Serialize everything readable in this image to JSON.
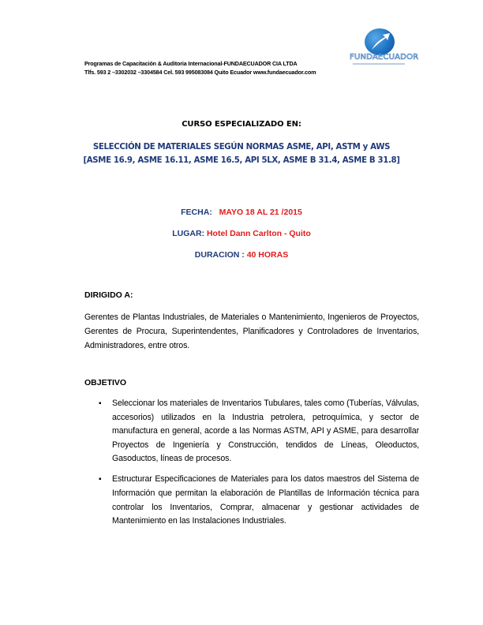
{
  "header": {
    "line1": "Programas de Capacitación  & Auditoria Internacional-FUNDAECUADOR CIA LTDA",
    "line2": "Tlfs. 593 2 –3302032 –3304584  Cel. 593 995083084  Quito Ecuador  www.fundaecuador.com",
    "logo": {
      "text": "FUNDAECUADOR",
      "icon": "circle-arrow-logo-icon",
      "color": "#1f74c4"
    }
  },
  "course": {
    "intro": "CURSO ESPECIALIZADO EN:",
    "title_line1": "SELECCIÓN DE MATERIALES SEGÚN NORMAS ASME, API, ASTM y AWS",
    "title_line2": "[ASME 16.9, ASME 16.11, ASME 16.5, API 5LX, ASME B 31.4, ASME B 31.8]",
    "title_color": "#1f3a7a"
  },
  "details": {
    "fecha_label": "FECHA:",
    "fecha_value": "MAYO 18 AL 21 /2015",
    "lugar_label": "LUGAR:",
    "lugar_value": "Hotel Dann Carlton - Quito",
    "duracion_label": "DURACION :",
    "duracion_value": "40 HORAS",
    "label_color": "#1f3a7a",
    "value_color": "#e31b1b"
  },
  "dirigido": {
    "heading": "DIRIGIDO A:",
    "text": "Gerentes de Plantas Industriales, de Materiales o Mantenimiento, Ingenieros de Proyectos, Gerentes de Procura, Superintendentes, Planificadores y Controladores de Inventarios, Administradores, entre otros."
  },
  "objetivo": {
    "heading": "OBJETIVO",
    "bullet_symbol": "▪",
    "items": [
      "Seleccionar los materiales de Inventarios Tubulares, tales como (Tuberías, Válvulas, accesorios) utilizados  en la Industria petrolera, petroquímica, y sector de manufactura en general, acorde a las Normas ASTM, API y ASME, para desarrollar Proyectos de Ingeniería y Construcción, tendidos de Líneas, Oleoductos, Gasoductos, líneas de procesos.",
      "Estructurar Especificaciones de Materiales  para los datos maestros del Sistema de Información que permitan la elaboración de Plantillas de Información técnica para controlar los Inventarios, Comprar, almacenar y gestionar actividades de Mantenimiento  en las Instalaciones Industriales."
    ]
  }
}
